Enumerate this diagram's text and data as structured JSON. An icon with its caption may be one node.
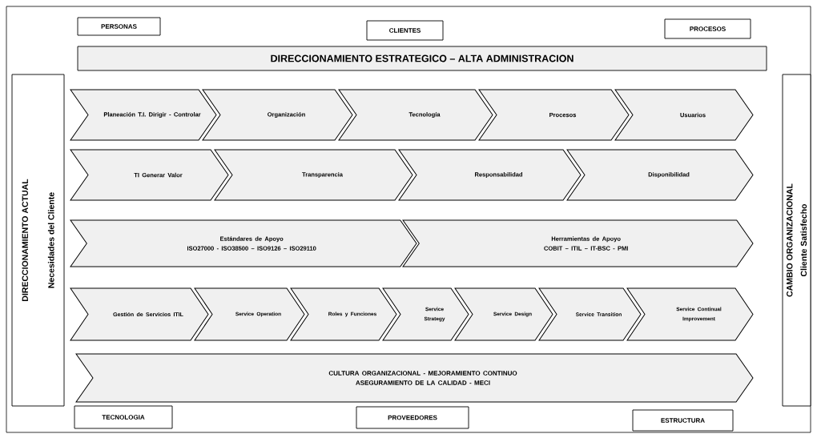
{
  "diagram": {
    "nodes": [
      {
        "text": [
          "PERSONAS"
        ]
      },
      {
        "text": [
          "CLIENTES"
        ]
      },
      {
        "text": [
          "PROCESOS"
        ]
      },
      {
        "text": [
          "DIRECCIONAMIENTO ESTRATEGICO – ALTA ADMINISTRACION"
        ]
      },
      {
        "text": [
          "DIRECCIONAMIENTO ACTUAL",
          "Necesidades del Cliente"
        ]
      },
      {
        "text": [
          "Planeación T.I. Dirigir - Controlar"
        ]
      },
      {
        "text": [
          "Organización"
        ]
      },
      {
        "text": [
          "Tecnología"
        ]
      },
      {
        "text": [
          "Procesos"
        ]
      },
      {
        "text": [
          "Usuarios"
        ]
      },
      {
        "text": [
          "TI Generar Valor"
        ]
      },
      {
        "text": [
          "Transparencia"
        ]
      },
      {
        "text": [
          "Responsabilidad"
        ]
      },
      {
        "text": [
          "Disponibilidad"
        ]
      },
      {
        "text": [
          "Estándares de Apoyo",
          "ISO27000 - ISO38500 – ISO9126 – ISO29110"
        ]
      },
      {
        "text": [
          "Herramientas de Apoyo",
          "COBIT – ITIL – IT-BSC - PMI"
        ]
      },
      {
        "text": [
          "Gestión de Servicios ITIL"
        ]
      },
      {
        "text": [
          "Service Operation"
        ]
      },
      {
        "text": [
          "Roles y Funciones"
        ]
      },
      {
        "text": [
          "Service Strategy"
        ]
      },
      {
        "text": [
          "Service Design"
        ]
      },
      {
        "text": [
          "Service Transition"
        ]
      },
      {
        "text": [
          "Service Continual Improvement"
        ]
      },
      {
        "text": [
          "CULTURA ORGANIZACIONAL - MEJORAMIENTO CONTINUO",
          "ASEGURAMIENTO DE LA CALIDAD - MECI"
        ]
      },
      {
        "text": [
          "CAMBIO ORGANIZACIONAL",
          "Cliente Satisfecho"
        ]
      },
      {
        "text": [
          "TECNOLOGIA"
        ]
      },
      {
        "text": [
          "PROVEEDORES"
        ]
      },
      {
        "text": [
          "ESTRUCTURA"
        ]
      }
    ]
  }
}
